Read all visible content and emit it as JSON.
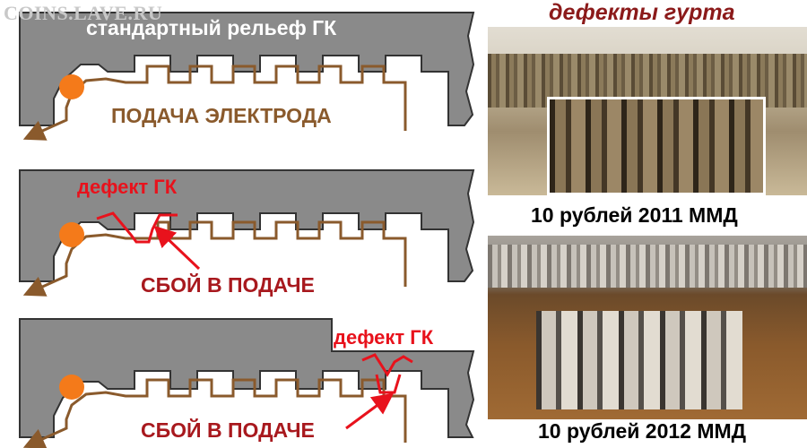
{
  "watermark": "COINS.LAVE.RU",
  "diagram": {
    "panel1_label": "стандартный рельеф ГК",
    "feed_label": "ПОДАЧА ЭЛЕКТРОДА",
    "panel2_defect_label": "дефект ГК",
    "panel2_fail_label": "СБОЙ В ПОДАЧЕ",
    "panel3_defect_label": "дефект ГК",
    "panel3_fail_label": "СБОЙ В ПОДАЧЕ"
  },
  "photos": {
    "title": "дефекты гурта",
    "caption1": "10 рублей 2011 ММД",
    "caption2": "10 рублей 2012 ММД"
  },
  "colors": {
    "die": "#8a8a8a",
    "electrode": "#8a5a2c",
    "defect": "#e8121c",
    "ball": "#f47a1a"
  }
}
